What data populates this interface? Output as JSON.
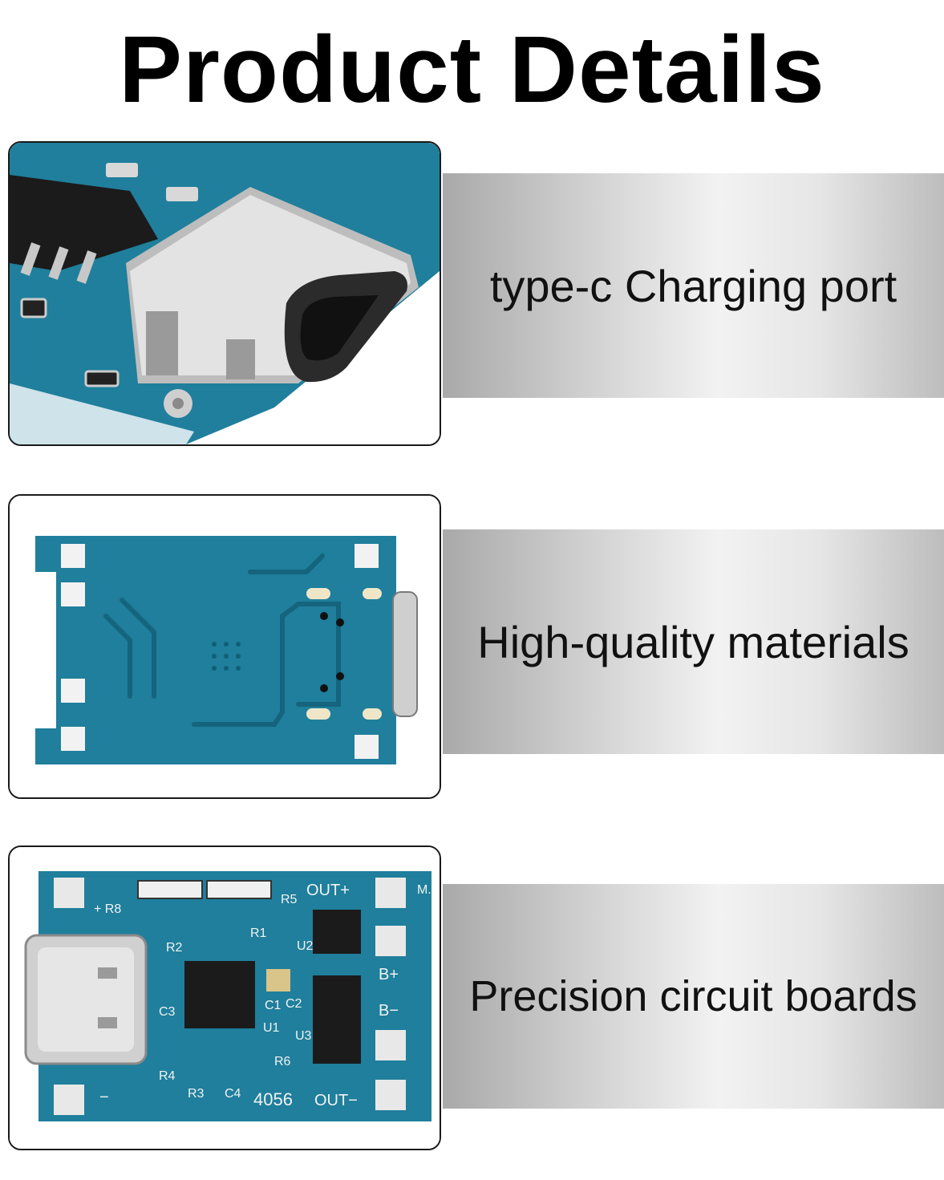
{
  "header": {
    "title": "Product Details"
  },
  "features": [
    {
      "label": "type-c Charging port",
      "image": "usb-c-port-closeup-photo"
    },
    {
      "label": "High-quality materials",
      "image": "pcb-back-side-photo"
    },
    {
      "label": "Precision circuit boards",
      "image": "pcb-front-side-photo"
    }
  ],
  "board_markings": {
    "r8": "+ R8",
    "r1": "R1",
    "r2": "R2",
    "r3": "R3",
    "r4": "R4",
    "r5": "R5",
    "r6": "R6",
    "c1": "C1",
    "c2": "C2",
    "c3": "C3",
    "c4": "C4",
    "u1": "U1",
    "u2": "U2",
    "u3": "U3",
    "out_plus": "OUT+",
    "out_minus": "OUT−",
    "b_plus": "B+",
    "b_minus": "B−",
    "chip": "4056",
    "m": "M.",
    "minus": "−"
  },
  "colors": {
    "pcb": "#1f7f9c",
    "pcb_dark": "#15647e",
    "text": "#111111",
    "pad": "#d9d9d9"
  }
}
